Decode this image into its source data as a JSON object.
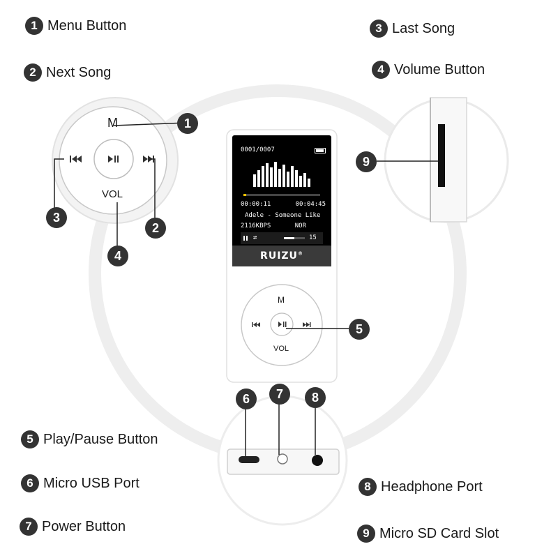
{
  "legend": [
    {
      "num": "1",
      "label": "Menu Button"
    },
    {
      "num": "2",
      "label": "Next Song"
    },
    {
      "num": "3",
      "label": "Last Song"
    },
    {
      "num": "4",
      "label": "Volume Button"
    },
    {
      "num": "5",
      "label": "Play/Pause Button"
    },
    {
      "num": "6",
      "label": "Micro USB Port"
    },
    {
      "num": "7",
      "label": "Power Button"
    },
    {
      "num": "8",
      "label": "Headphone Port"
    },
    {
      "num": "9",
      "label": "Micro SD Card Slot"
    }
  ],
  "wheel": {
    "menu": "M",
    "vol": "VOL"
  },
  "screen": {
    "track_counter": "0001/0007",
    "elapsed": "00:00:11",
    "total": "00:04:45",
    "song": "Adele - Someone Like",
    "bitrate": "2116KBPS",
    "eq": "NOR",
    "volume": "15",
    "volume_level": 0.5,
    "progress": 0.04,
    "brand": "RUIZU",
    "brand_mark": "®"
  },
  "colors": {
    "callout": "#333333",
    "accent": "#f0c000",
    "device": "#ffffff"
  }
}
